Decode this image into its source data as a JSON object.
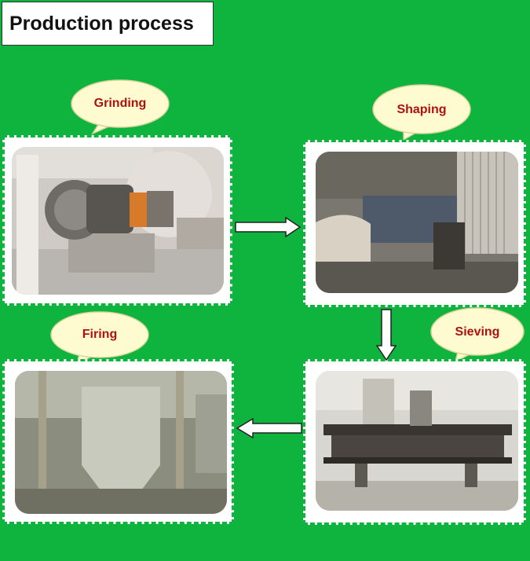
{
  "header": {
    "title": "Production process"
  },
  "steps": [
    {
      "label": "Grinding"
    },
    {
      "label": "Shaping"
    },
    {
      "label": "Sieving"
    },
    {
      "label": "Firing"
    }
  ],
  "colors": {
    "background": "#0fb43f",
    "label": "#b01010",
    "bubble": "#fffbd0",
    "bubble_border": "#d8d49a"
  }
}
